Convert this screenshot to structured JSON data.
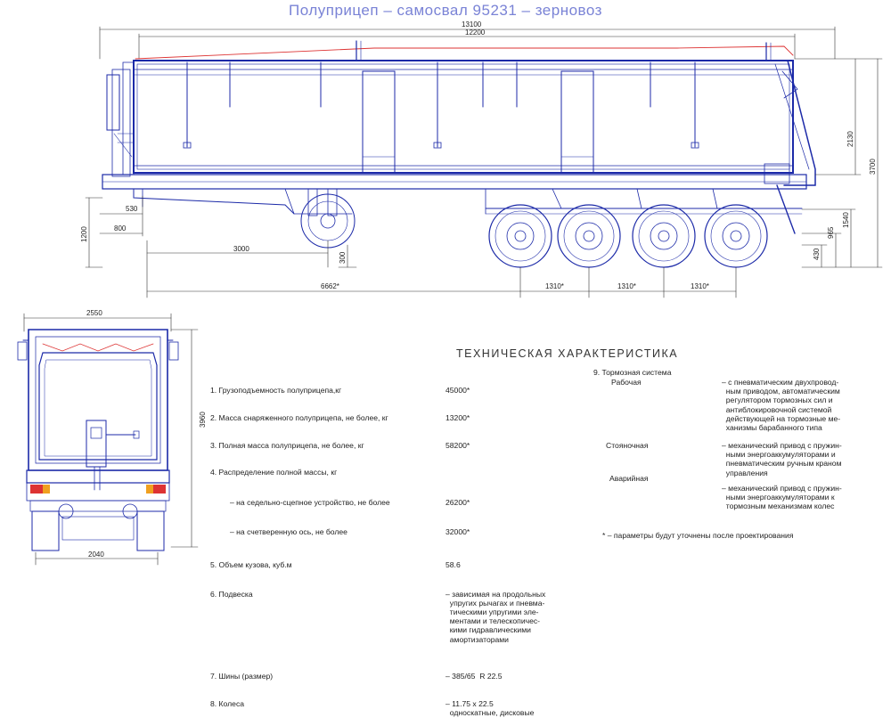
{
  "title": "Полуприцеп – самосвал 95231 – зерновоз",
  "dimensions_side": {
    "overall_length": "13100",
    "body_length": "12200",
    "d530": "530",
    "d800": "800",
    "d1200": "1200",
    "d3000": "3000",
    "d300": "300",
    "d6662": "6662*",
    "axle1": "1310*",
    "axle2": "1310*",
    "axle3": "1310*",
    "d2130": "2130",
    "d3700": "3700",
    "d1540": "1540",
    "d965": "965",
    "d430": "430"
  },
  "dimensions_rear": {
    "width": "2550",
    "height": "3960",
    "track": "2040"
  },
  "spec": {
    "heading": "ТЕХНИЧЕСКАЯ ХАРАКТЕРИСТИКА",
    "items": [
      {
        "label": "1. Грузоподъемность полуприцепа,кг",
        "value": "45000*"
      },
      {
        "label": "2. Масса снаряженного полуприцепа, не более, кг",
        "value": "13200*"
      },
      {
        "label": "3. Полная масса полуприцепа, не более, кг",
        "value": "58200*"
      },
      {
        "label": "4. Распределение полной массы, кг",
        "value": ""
      },
      {
        "label": "– на седельно-сцепное устройство, не более",
        "value": "26200*"
      },
      {
        "label": "– на счетверенную ось, не более",
        "value": "32000*"
      },
      {
        "label": "5. Объем кузова, куб.м",
        "value": "58.6"
      },
      {
        "label": "6. Подвеска",
        "value": "– зависимая на продольных\n  упругих рычагах и пневма-\n  тическими упругими эле-\n  ментами и телескопичес-\n  кими гидравлическими\n  амортизаторами"
      },
      {
        "label": "7. Шины (размер)",
        "value": "– 385/65  R 22.5"
      },
      {
        "label": "8. Колеса",
        "value": "– 11.75 x 22.5\n  односкатные, дисковые"
      }
    ],
    "brake_title": "9. Тормозная система",
    "brakes": [
      {
        "label": "Рабочая",
        "text": "– с пневматическим двухпровод-\n  ным приводом, автоматическим\n  регулятором тормозных сил и\n  антиблокировочной системой\n  действующей на тормозные ме-\n  ханизмы барабанного типа"
      },
      {
        "label": "Стояночная",
        "text": "– механический привод с пружин-\n  ными энергоаккумуляторами и\n  пневматическим ручным краном\n  управления"
      },
      {
        "label": "Аварийная",
        "text": "– механический привод с пружин-\n  ными энергоаккумуляторами к\n  тормозным механизмам колес"
      }
    ],
    "note": "* –  параметры будут уточнены после проектирования"
  }
}
